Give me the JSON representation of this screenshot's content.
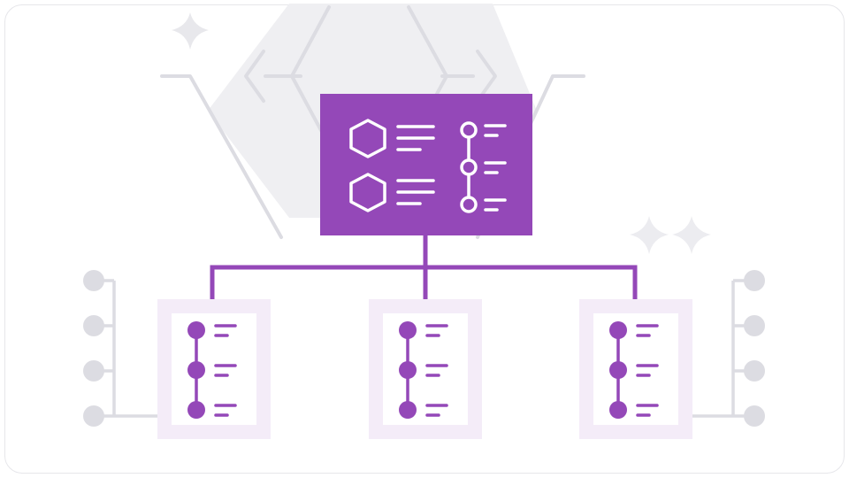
{
  "colors": {
    "accent": "#9448b8",
    "accent_light": "#f4ecf8",
    "background_shape": "#efeff2",
    "decor_gray": "#dcdce2",
    "white": "#ffffff"
  },
  "diagram": {
    "root": {
      "icons": [
        "hexagon-icon",
        "hexagon-icon"
      ],
      "timeline_nodes": 3,
      "text_lines_per_item": 3
    },
    "children": [
      {
        "timeline_nodes": 3
      },
      {
        "timeline_nodes": 3
      },
      {
        "timeline_nodes": 3
      }
    ],
    "side_connectors": {
      "left_nodes": 4,
      "right_nodes": 4
    },
    "decorations": [
      "sparkle-icon",
      "sparkle-icon",
      "sparkle-icon",
      "large-hexagon-shape"
    ]
  }
}
